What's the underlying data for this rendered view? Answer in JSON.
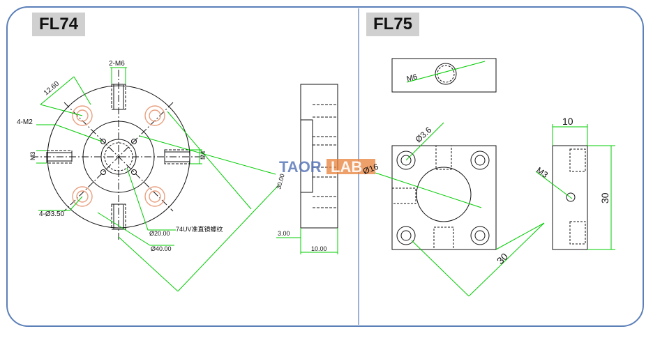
{
  "panels": {
    "left": {
      "title": "FL74",
      "labels": {
        "two_m6": "2-M6",
        "four_m2": "4-M2",
        "m3": "M3",
        "dim_1260": "12.60",
        "four_phi350": "4-Ø3.50",
        "m4": "M4",
        "phi2000": "Ø20.00",
        "uv_note": "74UV准直镜螺纹",
        "phi4000": "Ø40.00",
        "dim_3000": "30.00",
        "dim_300": "3.00",
        "dim_1000": "10.00"
      }
    },
    "right": {
      "title": "FL75",
      "labels": {
        "m6": "M6",
        "phi36": "Ø3.6",
        "phi16": "Ø16",
        "dim_30_diag": "30",
        "dim_10": "10",
        "m3": "M3",
        "dim_30_side": "30"
      }
    }
  },
  "watermark": {
    "part1": "TAOR",
    "part2": "LAB"
  },
  "colors": {
    "dimension": "#00cc00",
    "outline": "#111111",
    "hole": "#e8a080",
    "border": "#5b7fb8",
    "watermark": "#5a78b8"
  }
}
